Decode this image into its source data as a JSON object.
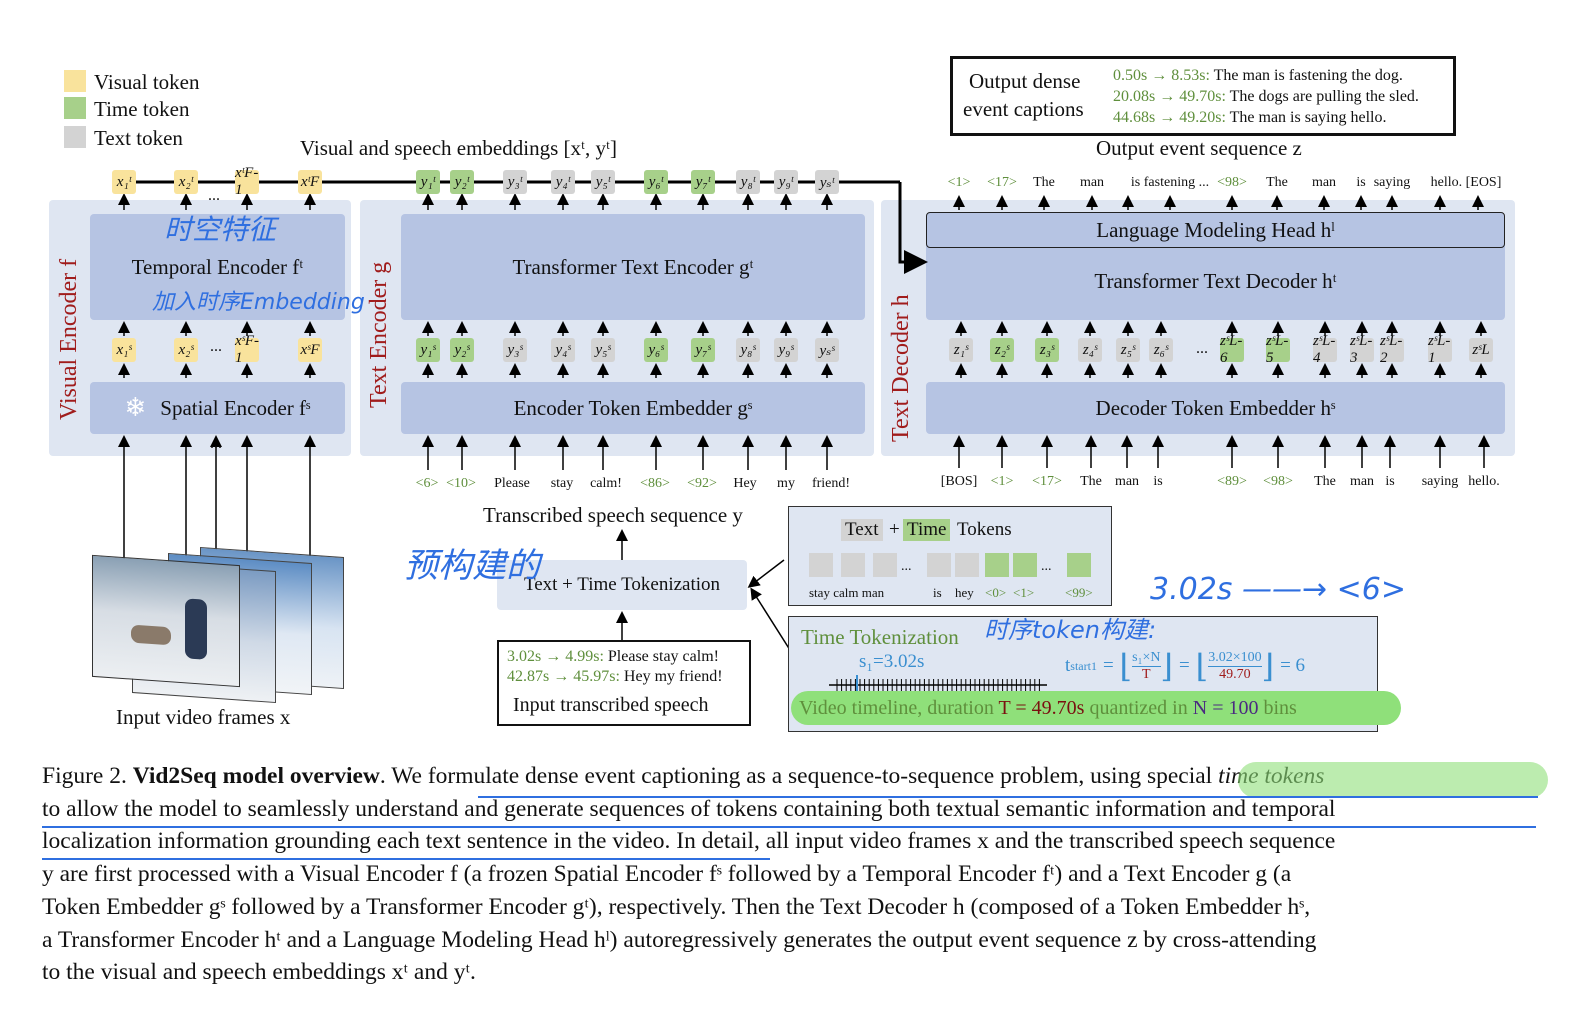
{
  "legend": {
    "visual": "Visual token",
    "time": "Time token",
    "text": "Text token"
  },
  "embeddings_label": "Visual and speech embeddings  [xᵗ, yᵗ]",
  "visual_encoder": {
    "title": "Visual Encoder  f",
    "temporal": "Temporal Encoder  fᵗ",
    "spatial": "Spatial Encoder  fˢ",
    "top_tokens": [
      "x₁ᵗ",
      "x₂ᵗ",
      "xᵗF-1",
      "xᵗF"
    ],
    "mid_tokens": [
      "x₁ˢ",
      "x₂ˢ",
      "xˢF-1",
      "xˢF"
    ],
    "ellipsis": "..."
  },
  "text_encoder": {
    "title": "Text Encoder  g",
    "transformer": "Transformer Text Encoder  gᵗ",
    "embedder": "Encoder Token Embedder  gˢ",
    "top_tokens": [
      "y₁ᵗ",
      "y₂ᵗ",
      "y₃ᵗ",
      "y₄ᵗ",
      "y₅ᵗ",
      "y₆ᵗ",
      "y₇ᵗ",
      "y₈ᵗ",
      "y₉ᵗ",
      "yₛᵗ"
    ],
    "mid_tokens": [
      "y₁ˢ",
      "y₂ˢ",
      "y₃ˢ",
      "y₄ˢ",
      "y₅ˢ",
      "y₆ˢ",
      "y₇ˢ",
      "y₈ˢ",
      "y₉ˢ",
      "yₛˢ"
    ],
    "inputs": [
      "<6>",
      "<10>",
      "Please",
      "stay",
      "calm!",
      "<86>",
      "<92>",
      "Hey",
      "my",
      "friend!"
    ]
  },
  "text_decoder": {
    "title": "Text Decoder  h",
    "lm_head": "Language Modeling Head  hˡ",
    "transformer": "Transformer Text Decoder  hᵗ",
    "embedder": "Decoder Token Embedder  hˢ",
    "mid_tokens": [
      "z₁ˢ",
      "z₂ˢ",
      "z₃ˢ",
      "z₄ˢ",
      "z₅ˢ",
      "z₆ˢ",
      "zˢL-6",
      "zˢL-5",
      "zˢL-4",
      "zˢL-3",
      "zˢL-2",
      "zˢL-1",
      "zˢL"
    ],
    "dec_ellipsis": "...",
    "inputs": [
      "[BOS]",
      "<1>",
      "<17>",
      "The",
      "man",
      "is",
      "<89>",
      "<98>",
      "The",
      "man",
      "is",
      "saying",
      "hello."
    ],
    "outputs": [
      "<1>",
      "<17>",
      "The",
      "man",
      "is fastening ...",
      "<98>",
      "The",
      "man",
      "is",
      "saying",
      "hello. [EOS]"
    ]
  },
  "output_captions": {
    "title_line1": "Output dense",
    "title_line2": "event captions",
    "rows": [
      {
        "times": "0.50s  → 8.53s:",
        "text": "The man is fastening the dog."
      },
      {
        "times": "20.08s → 49.70s:",
        "text": "The dogs are pulling the sled."
      },
      {
        "times": "44.68s → 49.20s:",
        "text": "The man is saying hello."
      }
    ]
  },
  "output_sequence_label": "Output event sequence  z",
  "transcribed_label": "Transcribed speech sequence  y",
  "tokenization_box": "Text + Time Tokenization",
  "input_speech": {
    "rows": [
      {
        "times": "3.02s  → 4.99s:",
        "text": "Please stay calm!"
      },
      {
        "times": "42.87s → 45.97s:",
        "text": "Hey my friend!"
      }
    ],
    "title": "Input transcribed speech"
  },
  "input_frames_label": "Input video frames  x",
  "tokens_legend": {
    "text": "Text",
    "plus": "+",
    "time": "Time",
    "tokens": "Tokens",
    "labels": [
      "stay calm man",
      "is",
      "hey",
      "<0>",
      "<1>",
      "<99>"
    ],
    "dots": "..."
  },
  "time_tokenization": {
    "title": "Time Tokenization",
    "s1": "s₁=3.02s",
    "formula_lhs": "t",
    "formula_sub": "start1",
    "formula_eq": "=",
    "frac1_num": "s₁×N",
    "frac1_den": "T",
    "frac2_num": "3.02×100",
    "frac2_den": "49.70",
    "result": "= 6",
    "timeline": "Video timeline, duration",
    "T": "T = 49.70s",
    "quantized": "quantized in",
    "N": "N = 100",
    "bins": "bins"
  },
  "handwritten": {
    "spatiotemporal": "时空特征",
    "temporal_embed": "加入时序Embedding",
    "prebuilt": "预构建的",
    "time_token_build": "时序token构建:",
    "mapping": "3.02s ——→ <6>"
  },
  "caption": {
    "lines": [
      [
        "Figure 2. ",
        "Vid2Seq model overview",
        ". We formulate dense event captioning as a sequence-to-sequence problem, using special ",
        "time tokens"
      ],
      "to allow the model to seamlessly understand and generate sequences of tokens containing both textual semantic information and temporal",
      "localization information grounding each text sentence in the video. In detail, all input video frames x and the transcribed speech sequence",
      "y are first processed with a Visual Encoder f (a frozen Spatial Encoder fˢ followed by a Temporal Encoder fᵗ) and a Text Encoder g (a",
      "Token Embedder gˢ followed by a Transformer Encoder gᵗ), respectively. Then the Text Decoder h (composed of a Token Embedder hˢ,",
      "a Transformer Encoder hᵗ and a Language Modeling Head hˡ) autoregressively generates the output event sequence z by cross-attending",
      "to the visual and speech embeddings xᵗ and yᵗ."
    ]
  },
  "colors": {
    "visual": "#f9e39c",
    "time": "#a7d08a",
    "text": "#d3d3d3",
    "panel": "#dfe6f2",
    "block": "#b6c4e3",
    "encoder_title": "#a01c1c",
    "time_text": "#5f8f3c",
    "handwriting": "#2f6fe0",
    "highlight": "#8fe07a"
  }
}
